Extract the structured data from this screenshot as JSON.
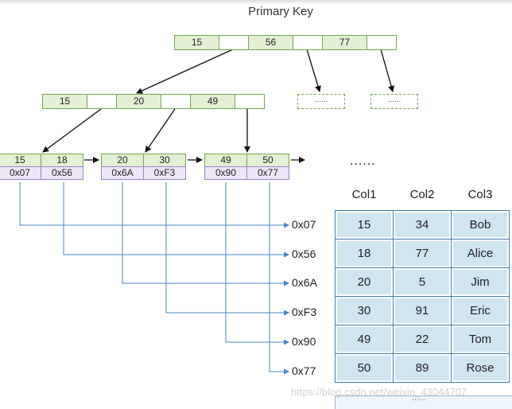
{
  "title": "Primary Key",
  "root": {
    "keys": [
      "15",
      "56",
      "77"
    ]
  },
  "inner": {
    "keys": [
      "15",
      "20",
      "49"
    ]
  },
  "placeholder_text": "......",
  "leaves": [
    {
      "keys": [
        "15",
        "18"
      ],
      "addrs": [
        "0x07",
        "0x56"
      ]
    },
    {
      "keys": [
        "20",
        "30"
      ],
      "addrs": [
        "0x6A",
        "0xF3"
      ]
    },
    {
      "keys": [
        "49",
        "50"
      ],
      "addrs": [
        "0x90",
        "0x77"
      ]
    }
  ],
  "ellipsis": "......",
  "table": {
    "columns": [
      "Col1",
      "Col2",
      "Col3"
    ],
    "rows": [
      {
        "addr": "0x07",
        "cells": [
          "15",
          "34",
          "Bob"
        ]
      },
      {
        "addr": "0x56",
        "cells": [
          "18",
          "77",
          "Alice"
        ]
      },
      {
        "addr": "0x6A",
        "cells": [
          "20",
          "5",
          "Jim"
        ]
      },
      {
        "addr": "0xF3",
        "cells": [
          "30",
          "91",
          "Eric"
        ]
      },
      {
        "addr": "0x90",
        "cells": [
          "49",
          "22",
          "Tom"
        ]
      },
      {
        "addr": "0x77",
        "cells": [
          "50",
          "89",
          "Rose"
        ]
      }
    ],
    "bottom_text": "......"
  },
  "watermark": "https://blog.csdn.net/weixin_43044707",
  "colors": {
    "key_fill": "#e3f0d4",
    "key_border": "#74a84c",
    "addr_fill": "#ede6f7",
    "addr_border": "#9b84c9",
    "table_fill": "#cfe6f1",
    "table_border": "#3f7fae",
    "pointer_line": "#4a86c8"
  }
}
